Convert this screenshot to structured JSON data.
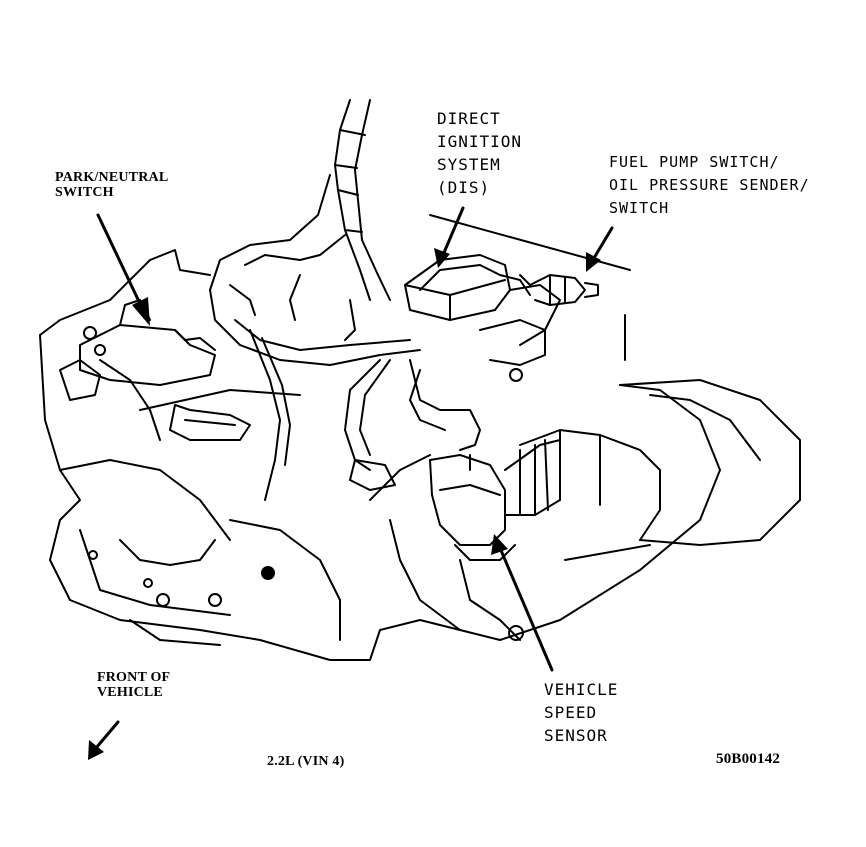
{
  "labels": {
    "park_neutral_switch": [
      "PARK/NEUTRAL",
      "SWITCH"
    ],
    "direct_ignition_system": [
      "DIRECT",
      "IGNITION",
      "SYSTEM",
      "(DIS)"
    ],
    "fuel_pump_switch": [
      "FUEL PUMP SWITCH/",
      "OIL PRESSURE SENDER/",
      "SWITCH"
    ],
    "vehicle_speed_sensor": [
      "VEHICLE",
      "SPEED",
      "SENSOR"
    ],
    "front_of_vehicle": [
      "FRONT OF",
      "VEHICLE"
    ],
    "engine": "2.2L (VIN 4)",
    "figure_id": "50B00142"
  },
  "colors": {
    "ink": "#000000",
    "paper": "#ffffff"
  }
}
